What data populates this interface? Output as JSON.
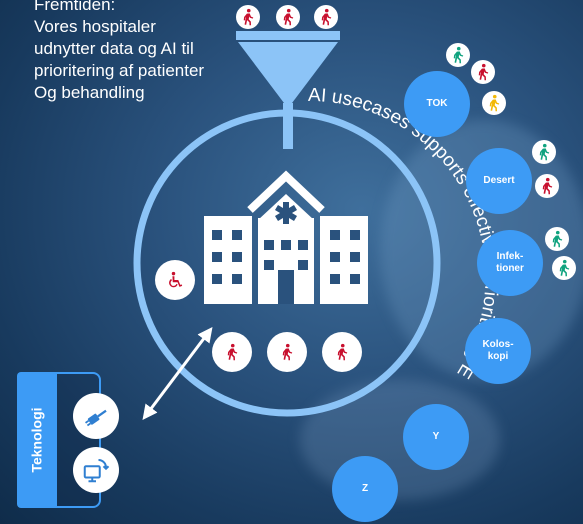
{
  "intro": {
    "lines": [
      "Fremtiden:",
      "Vores hospitaler",
      "udnytter data og AI til",
      "prioritering af patienter",
      "Og behandling"
    ]
  },
  "arc_text": "AI usecases supports effectivity, prioriticing ETC",
  "bubbles": [
    {
      "id": "tok",
      "label": "TOK"
    },
    {
      "id": "desert",
      "label": "Desert"
    },
    {
      "id": "infektioner",
      "label": "Infek-\ntioner"
    },
    {
      "id": "koloskopi",
      "label": "Kolos-\nkopi"
    },
    {
      "id": "y",
      "label": "Y"
    },
    {
      "id": "z",
      "label": "Z"
    }
  ],
  "technology": {
    "label": "Teknologi"
  },
  "icons": {
    "walking_red": "walking-person-icon",
    "walking_green": "walking-person-icon",
    "walking_yellow": "walking-person-icon",
    "wheelchair": "wheelchair-icon",
    "hospital": "hospital-icon",
    "funnel": "funnel-icon",
    "plug": "plug-icon",
    "computer_sync": "computer-sync-icon"
  },
  "colors": {
    "accent_blue": "#3d9bf5",
    "ring": "#8cc4f7",
    "red": "#c8102e",
    "green": "#10a37f",
    "yellow": "#f2b807"
  }
}
